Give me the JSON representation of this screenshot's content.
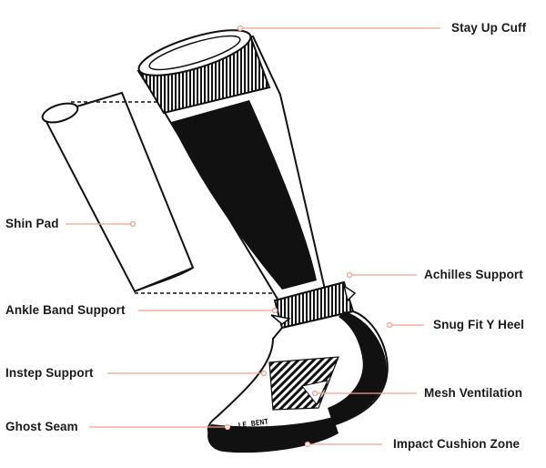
{
  "title": "",
  "brand_text": "LE BENT",
  "leader_color": "#f2a08f",
  "outline_color": "#111111",
  "labels": {
    "stay_up_cuff": "Stay Up Cuff",
    "shin_pad": "Shin Pad",
    "achilles_support": "Achilles Support",
    "ankle_band_support": "Ankle Band Support",
    "snug_fit_y_heel": "Snug Fit Y Heel",
    "instep_support": "Instep Support",
    "mesh_ventilation": "Mesh Ventilation",
    "ghost_seam": "Ghost Seam",
    "impact_cushion_zone": "Impact Cushion Zone"
  }
}
